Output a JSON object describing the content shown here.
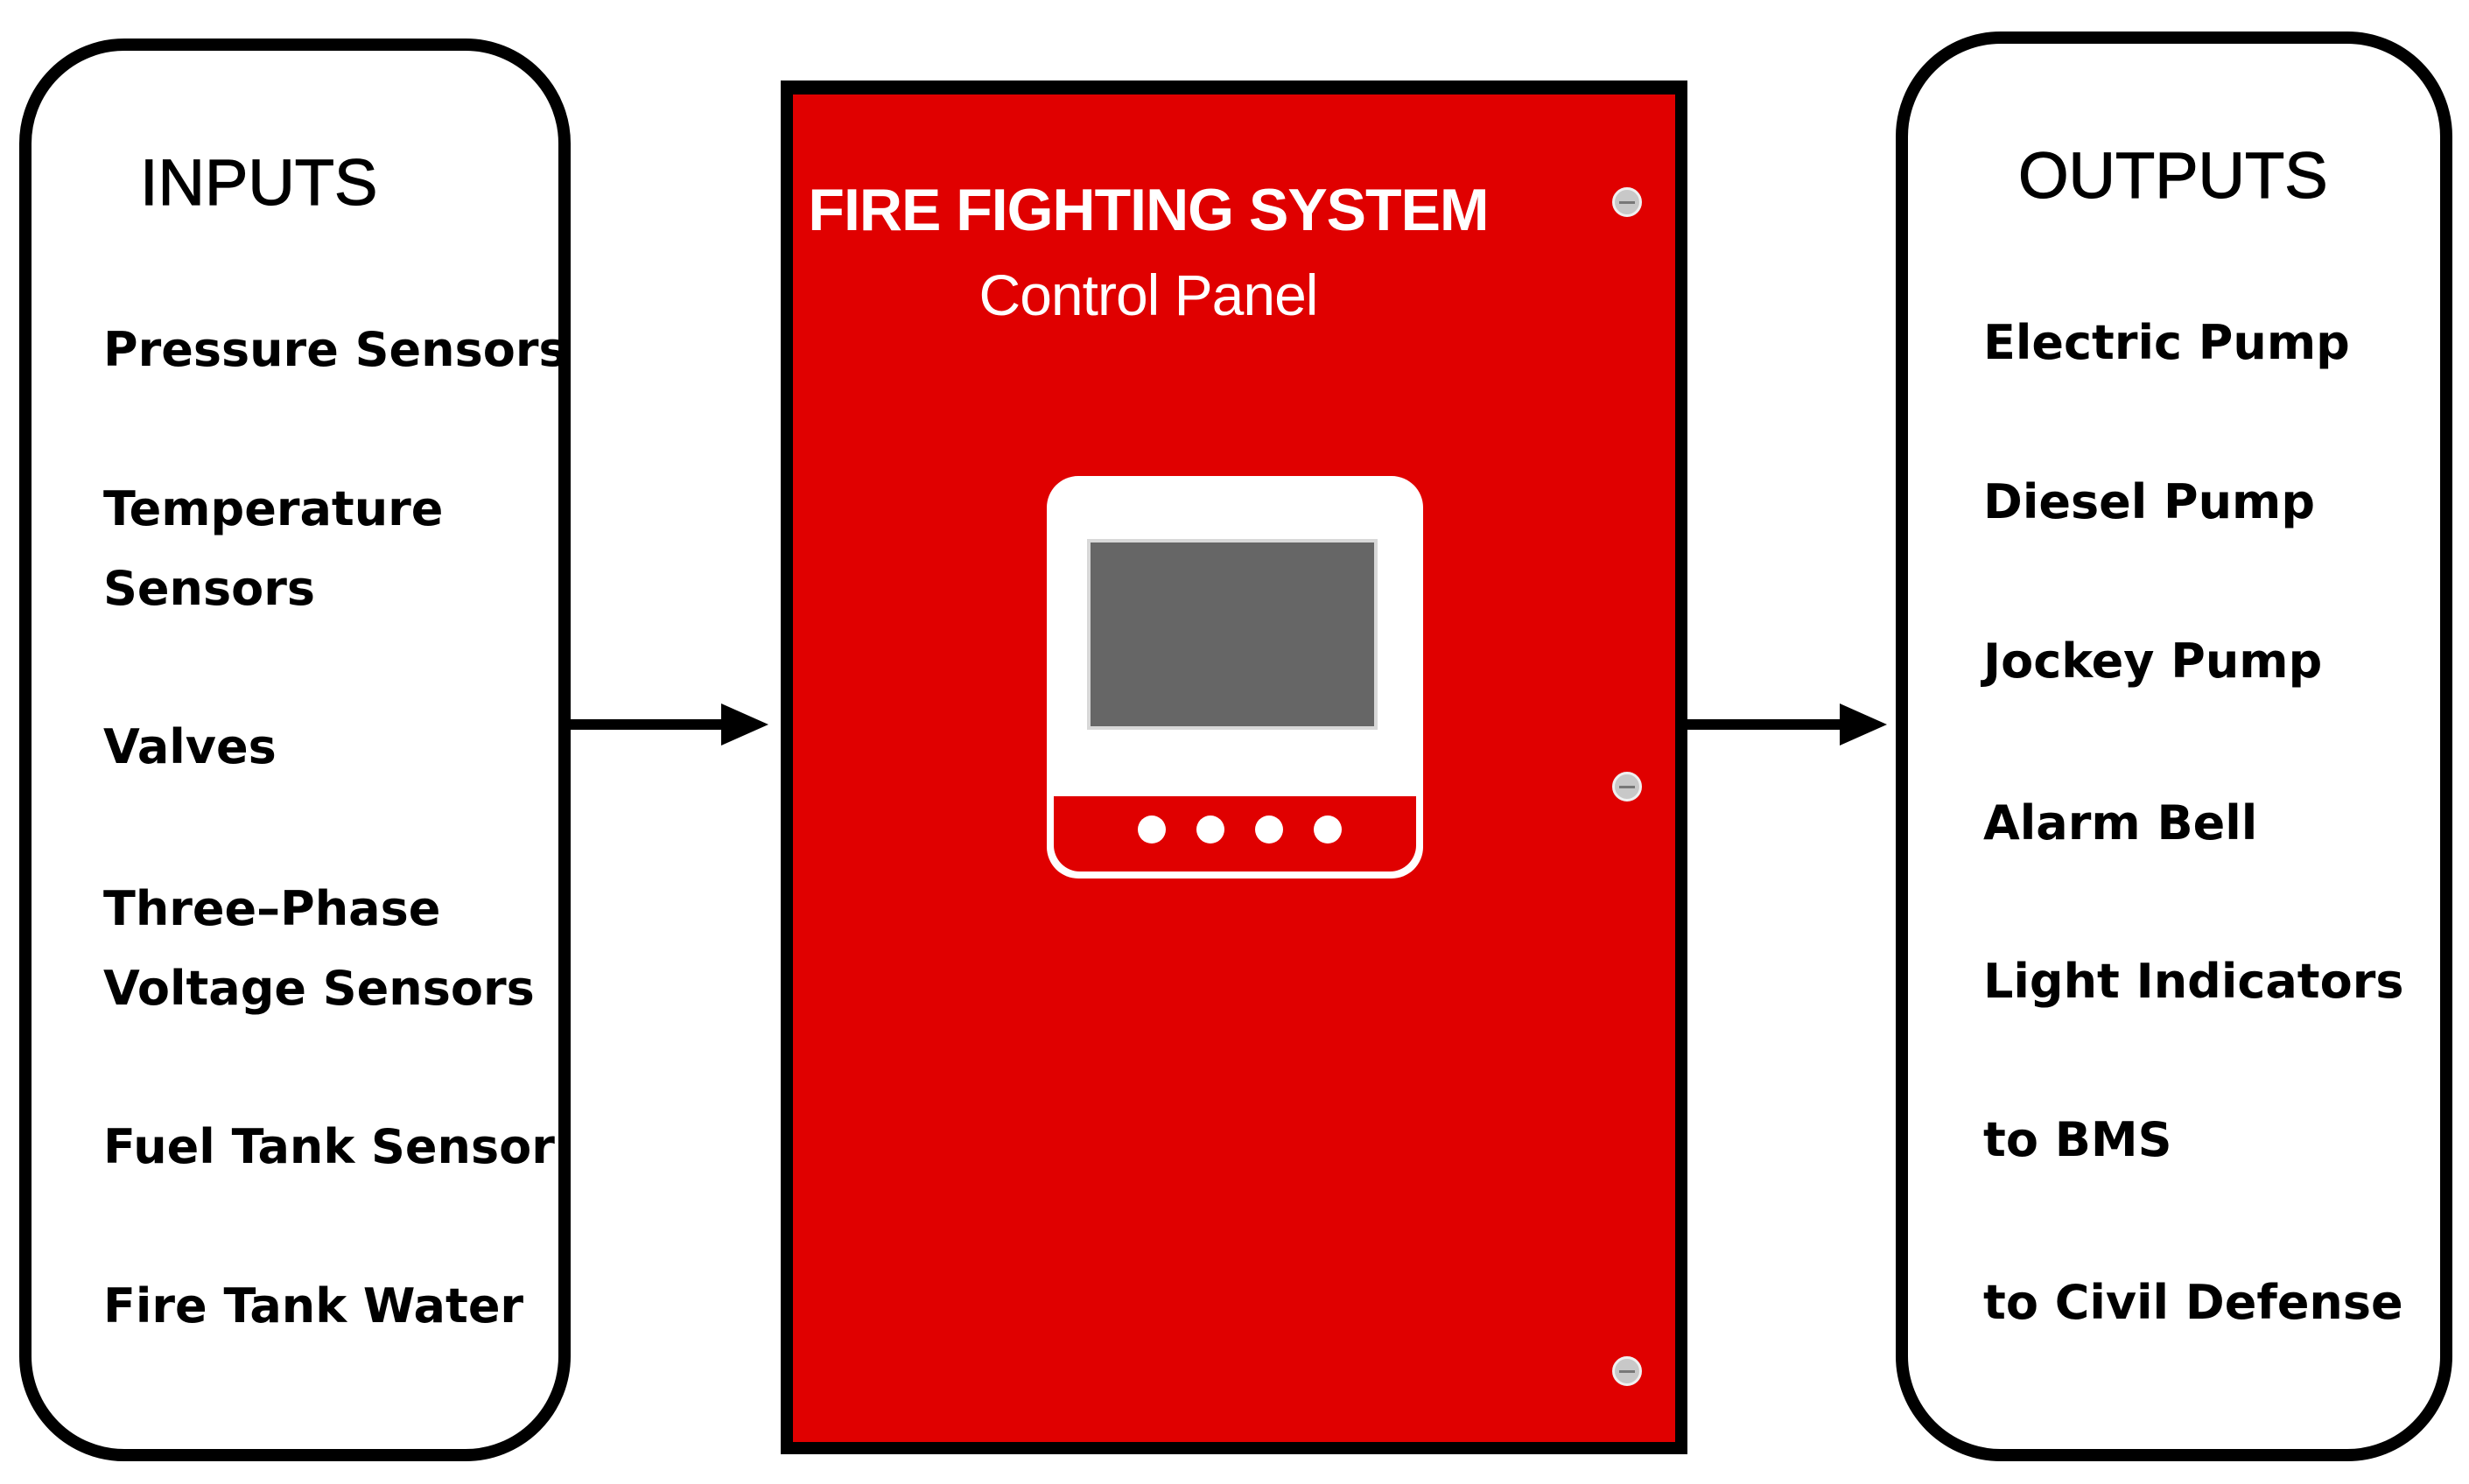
{
  "inputs": {
    "title": "INPUTS",
    "items": [
      {
        "label": "Pressure Sensors"
      },
      {
        "label": "Temperature"
      },
      {
        "label": "Sensors"
      },
      {
        "label": "Valves"
      },
      {
        "label": "Three–Phase"
      },
      {
        "label": "Voltage Sensors"
      },
      {
        "label": "Fuel Tank Sensor"
      },
      {
        "label": "Fire Tank Water"
      }
    ]
  },
  "panel": {
    "title": "FIRE FIGHTING SYSTEM",
    "subtitle": "Control Panel",
    "color": "#e00000"
  },
  "outputs": {
    "title": "OUTPUTS",
    "items": [
      {
        "label": "Electric Pump"
      },
      {
        "label": "Diesel Pump"
      },
      {
        "label": "Jockey Pump"
      },
      {
        "label": "Alarm Bell"
      },
      {
        "label": "Light Indicators"
      },
      {
        "label": "to BMS"
      },
      {
        "label": "to Civil Defense"
      }
    ]
  }
}
